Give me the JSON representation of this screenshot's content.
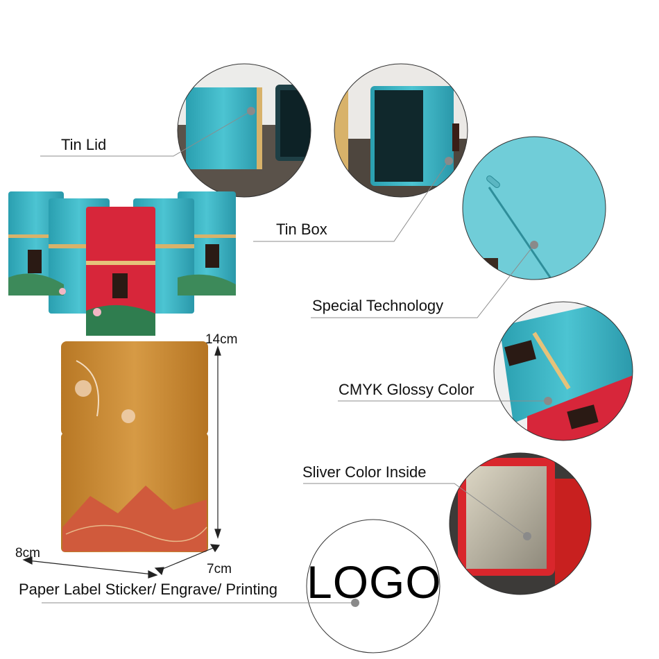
{
  "callouts": {
    "tin_lid": "Tin Lid",
    "tin_box": "Tin Box",
    "special_technology": "Special Technology",
    "cmyk_glossy_color": "CMYK Glossy Color",
    "silver_color_inside": "Sliver Color Inside",
    "paper_label": "Paper Label Sticker/ Engrave/ Printing"
  },
  "dimensions": {
    "height": "14cm",
    "depth": "8cm",
    "width": "7cm"
  },
  "logo_text": "LOGO",
  "colors": {
    "teal": "#35aebe",
    "red": "#d7263a",
    "gold_tin": "#c98a32",
    "line": "#8c8c8c",
    "dot": "#8a8a8a"
  },
  "icons": [
    "tin-lid-closeup",
    "tin-box-closeup",
    "texture-closeup",
    "glossy-closeup",
    "inside-closeup",
    "product-group",
    "tall-gold-tin"
  ]
}
